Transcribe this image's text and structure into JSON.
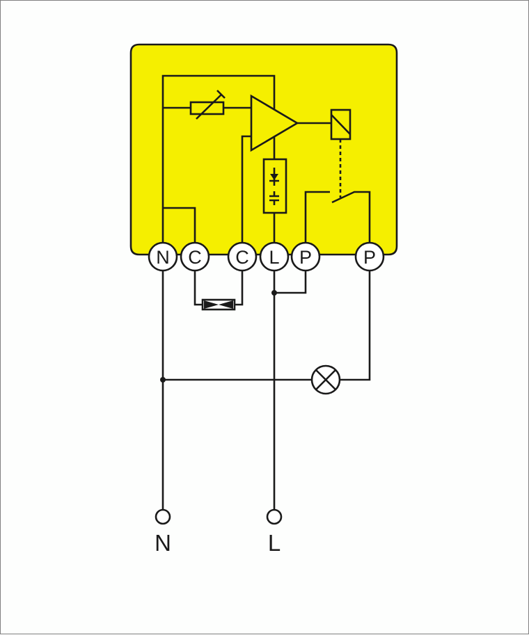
{
  "colors": {
    "housing": "#f5ef00",
    "wire": "#1a1a1a",
    "background": "#fdfefd"
  },
  "terminals": [
    {
      "id": "N",
      "label": "N"
    },
    {
      "id": "C1",
      "label": "C"
    },
    {
      "id": "C2",
      "label": "C"
    },
    {
      "id": "L",
      "label": "L"
    },
    {
      "id": "P1",
      "label": "P"
    },
    {
      "id": "P2",
      "label": "P"
    }
  ],
  "supply": {
    "neutral_label": "N",
    "line_label": "L"
  }
}
